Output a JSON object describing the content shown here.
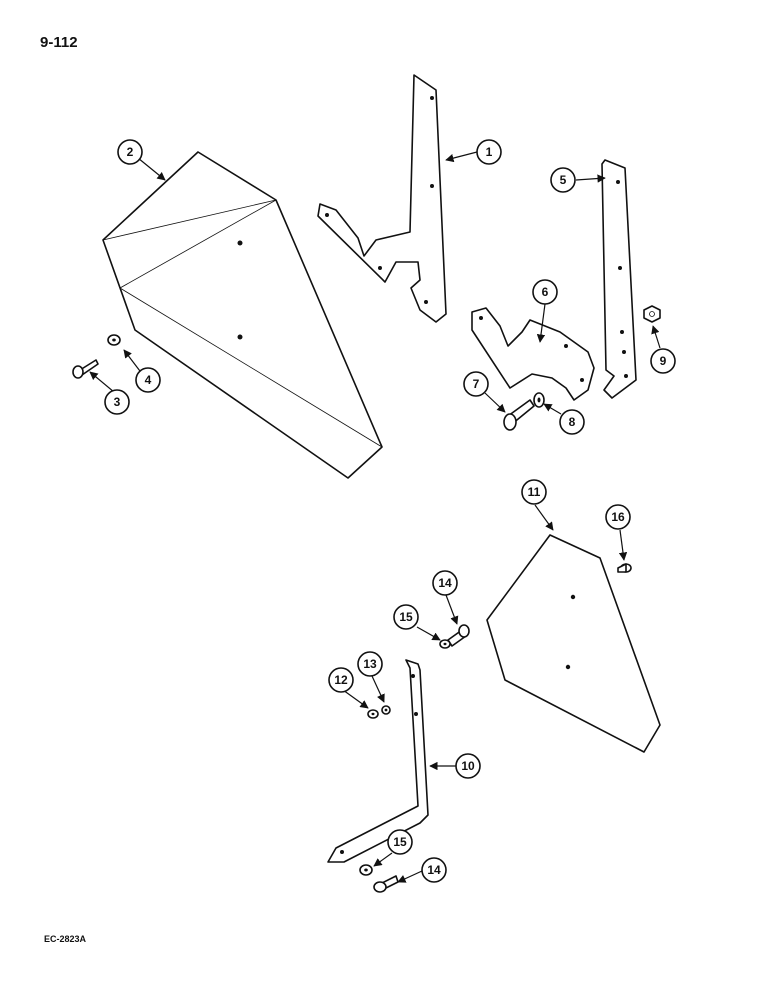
{
  "page_number": "9-112",
  "reference_code": "EC-2823A",
  "callouts": [
    {
      "label": "1"
    },
    {
      "label": "2"
    },
    {
      "label": "3"
    },
    {
      "label": "4"
    },
    {
      "label": "5"
    },
    {
      "label": "6"
    },
    {
      "label": "7"
    },
    {
      "label": "8"
    },
    {
      "label": "9"
    },
    {
      "label": "10"
    },
    {
      "label": "11"
    },
    {
      "label": "12"
    },
    {
      "label": "13"
    },
    {
      "label": "14"
    },
    {
      "label": "15"
    },
    {
      "label": "16"
    },
    {
      "label": "15"
    },
    {
      "label": "14"
    }
  ]
}
